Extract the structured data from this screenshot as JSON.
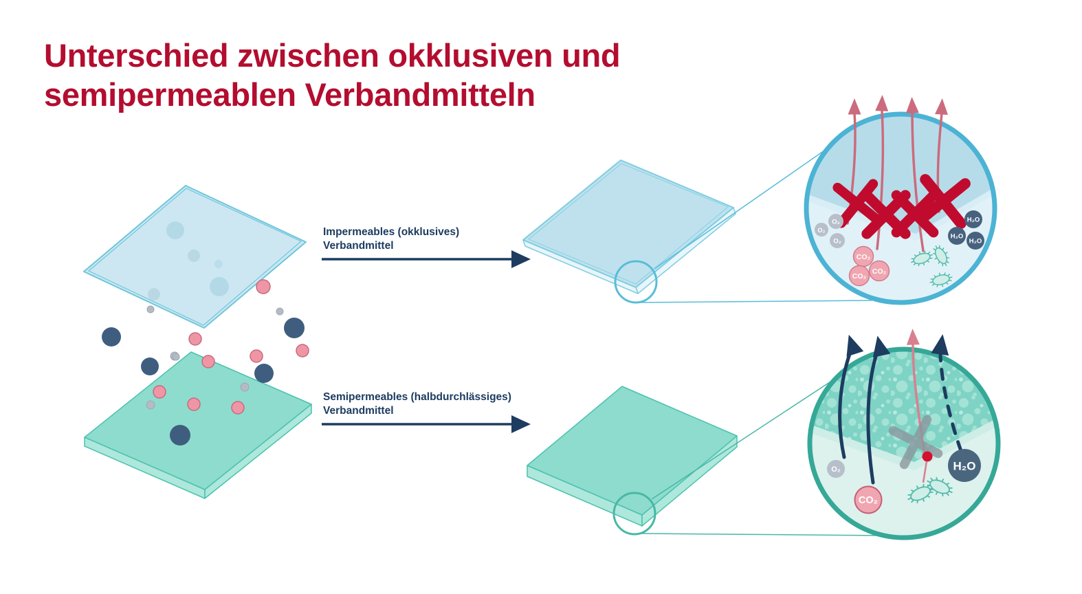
{
  "title": {
    "line1": "Unterschied zwischen okklusiven und",
    "line2": "semipermeablen Verbandmitteln"
  },
  "sections": {
    "occlusive": {
      "label_line1": "Impermeables (okklusives)",
      "label_line2": "Verbandmittel"
    },
    "semipermeable": {
      "label_line1": "Semipermeables (halbdurchlässiges)",
      "label_line2": "Verbandmittel"
    }
  },
  "molecule_labels": {
    "o2": "O₂",
    "co2": "CO₂",
    "h2o": "H₂O"
  },
  "colors": {
    "title_red": "#b30d2f",
    "navy": "#1d3c60",
    "blocked_x_red": "#c10b2e",
    "pink_arrow": "#cb6b7d",
    "blue_sheet": "#bfe1ee",
    "teal_sheet": "#8edcce",
    "top_circle_border": "#4cb3d4",
    "bottom_circle_border": "#36a897",
    "o2_gray": "#b7bfca",
    "co2_pink": "#f0a6b1",
    "h2o_navy": "#47627e",
    "bacteria_teal": "#54bbab",
    "background": "#ffffff"
  }
}
